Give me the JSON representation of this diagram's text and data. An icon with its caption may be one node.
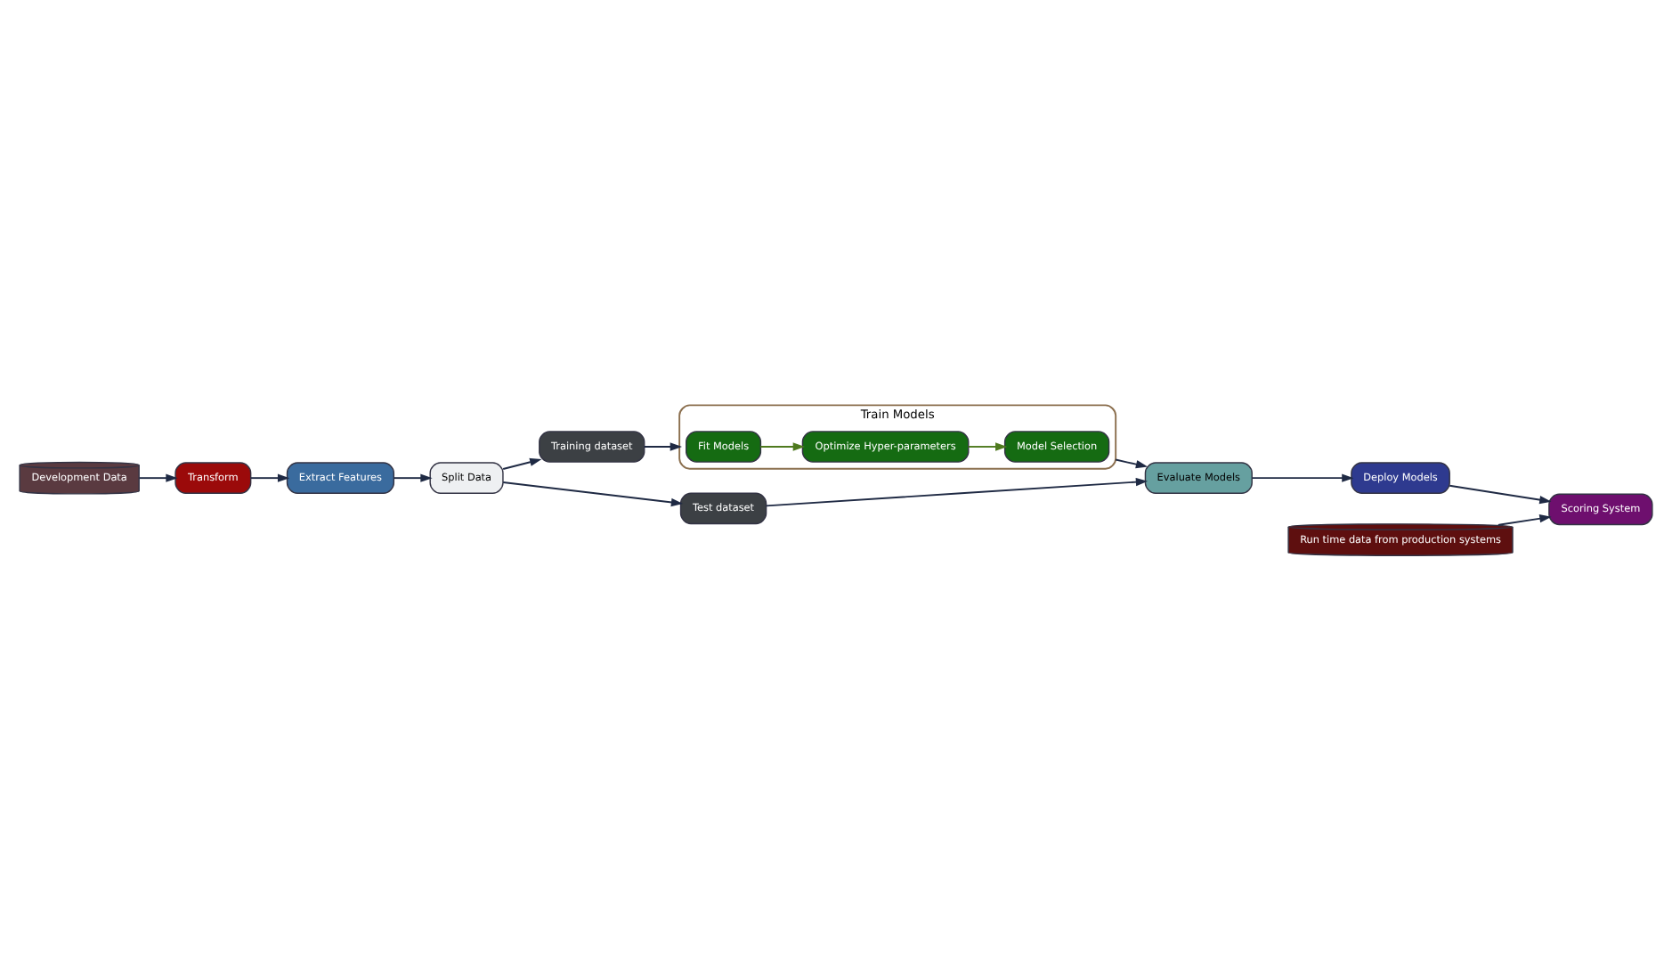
{
  "diagram": {
    "nodes": [
      {
        "text": [
          "Development Data"
        ]
      },
      {
        "text": [
          "Transform"
        ]
      },
      {
        "text": [
          "Extract Features"
        ]
      },
      {
        "text": [
          "Split Data"
        ]
      },
      {
        "text": [
          "Training dataset"
        ]
      },
      {
        "text": [
          "Test dataset"
        ]
      },
      {
        "text": [
          "Train Models"
        ]
      },
      {
        "text": [
          "Fit Models"
        ],
        "in": 6
      },
      {
        "text": [
          "Optimize Hyper-parameters"
        ],
        "in": 6
      },
      {
        "text": [
          "Model Selection"
        ],
        "in": 6
      },
      {
        "text": [
          "Evaluate Models"
        ]
      },
      {
        "text": [
          "Deploy Models"
        ]
      },
      {
        "text": [
          "Run time data from production systems"
        ]
      },
      {
        "text": [
          "Scoring System"
        ]
      }
    ],
    "edges": [
      {
        "from": 0,
        "to": 1,
        "arrow": "to"
      },
      {
        "from": 1,
        "to": 2,
        "arrow": "to"
      },
      {
        "from": 2,
        "to": 3,
        "arrow": "to"
      },
      {
        "from": 3,
        "to": 4,
        "arrow": "to"
      },
      {
        "from": 3,
        "to": 5,
        "arrow": "to"
      },
      {
        "from": 4,
        "to": 6,
        "arrow": "to"
      },
      {
        "from": 7,
        "to": 8,
        "arrow": "to",
        "color": "#4f7a1f"
      },
      {
        "from": 8,
        "to": 9,
        "arrow": "to",
        "color": "#4f7a1f"
      },
      {
        "from": 6,
        "to": 10,
        "arrow": "to"
      },
      {
        "from": 5,
        "to": 10,
        "arrow": "to"
      },
      {
        "from": 10,
        "to": 11,
        "arrow": "to"
      },
      {
        "from": 11,
        "to": 13,
        "arrow": "to"
      },
      {
        "from": 12,
        "to": 13,
        "arrow": "to"
      }
    ]
  }
}
